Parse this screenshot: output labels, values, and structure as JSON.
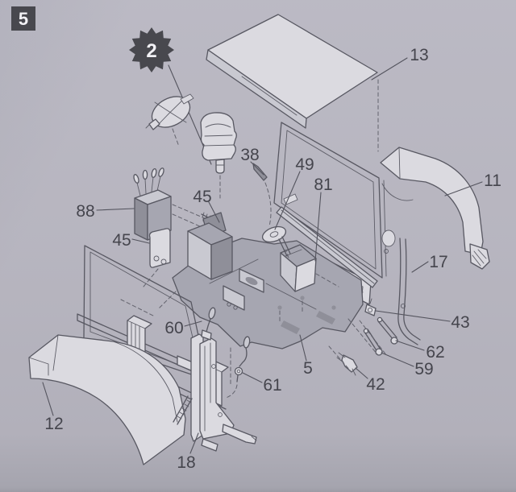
{
  "figure": {
    "step_badge": "5",
    "detail_badge": "2"
  },
  "colors": {
    "background": "#d7d6db",
    "line": "#585862",
    "badge": "#48484e",
    "badge_text": "#f2f1f5",
    "label_text": "#45454d",
    "floor_shade": "#a6a6b1",
    "dark_shade": "#8f8f99",
    "light_shade": "#c9c9d1"
  },
  "part_labels": [
    {
      "text": "13"
    },
    {
      "text": "11"
    },
    {
      "text": "38"
    },
    {
      "text": "49"
    },
    {
      "text": "81"
    },
    {
      "text": "88"
    },
    {
      "text": "45"
    },
    {
      "text": "45"
    },
    {
      "text": "17"
    },
    {
      "text": "43"
    },
    {
      "text": "62"
    },
    {
      "text": "59"
    },
    {
      "text": "42"
    },
    {
      "text": "5"
    },
    {
      "text": "60"
    },
    {
      "text": "61"
    },
    {
      "text": "12"
    },
    {
      "text": "18"
    }
  ]
}
